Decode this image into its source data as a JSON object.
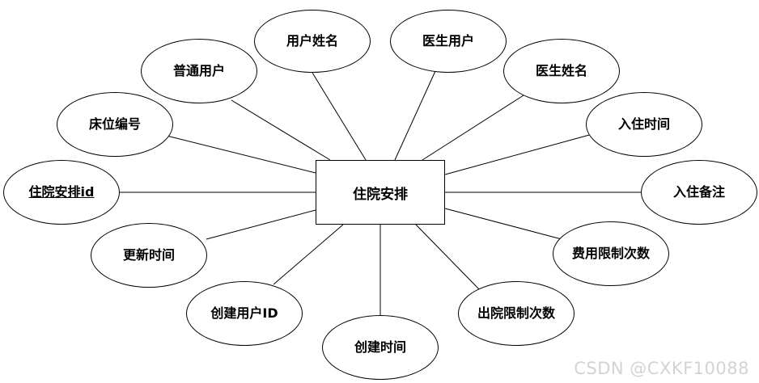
{
  "entity": {
    "label": "住院安排"
  },
  "attributes": [
    {
      "id": "username",
      "label": "用户姓名"
    },
    {
      "id": "doctor-user",
      "label": "医生用户"
    },
    {
      "id": "normal-user",
      "label": "普通用户"
    },
    {
      "id": "doctor-name",
      "label": "医生姓名"
    },
    {
      "id": "bed-number",
      "label": "床位编号"
    },
    {
      "id": "checkin-time",
      "label": "入住时间"
    },
    {
      "id": "arrangement-id",
      "label": "住院安排id",
      "key": true
    },
    {
      "id": "checkin-note",
      "label": "入住备注"
    },
    {
      "id": "update-time",
      "label": "更新时间"
    },
    {
      "id": "fee-limit",
      "label": "费用限制次数"
    },
    {
      "id": "creator-id",
      "label": "创建用户ID"
    },
    {
      "id": "discharge-limit",
      "label": "出院限制次数"
    },
    {
      "id": "create-time",
      "label": "创建时间"
    }
  ],
  "watermark": "CSDN @CXKF10088"
}
